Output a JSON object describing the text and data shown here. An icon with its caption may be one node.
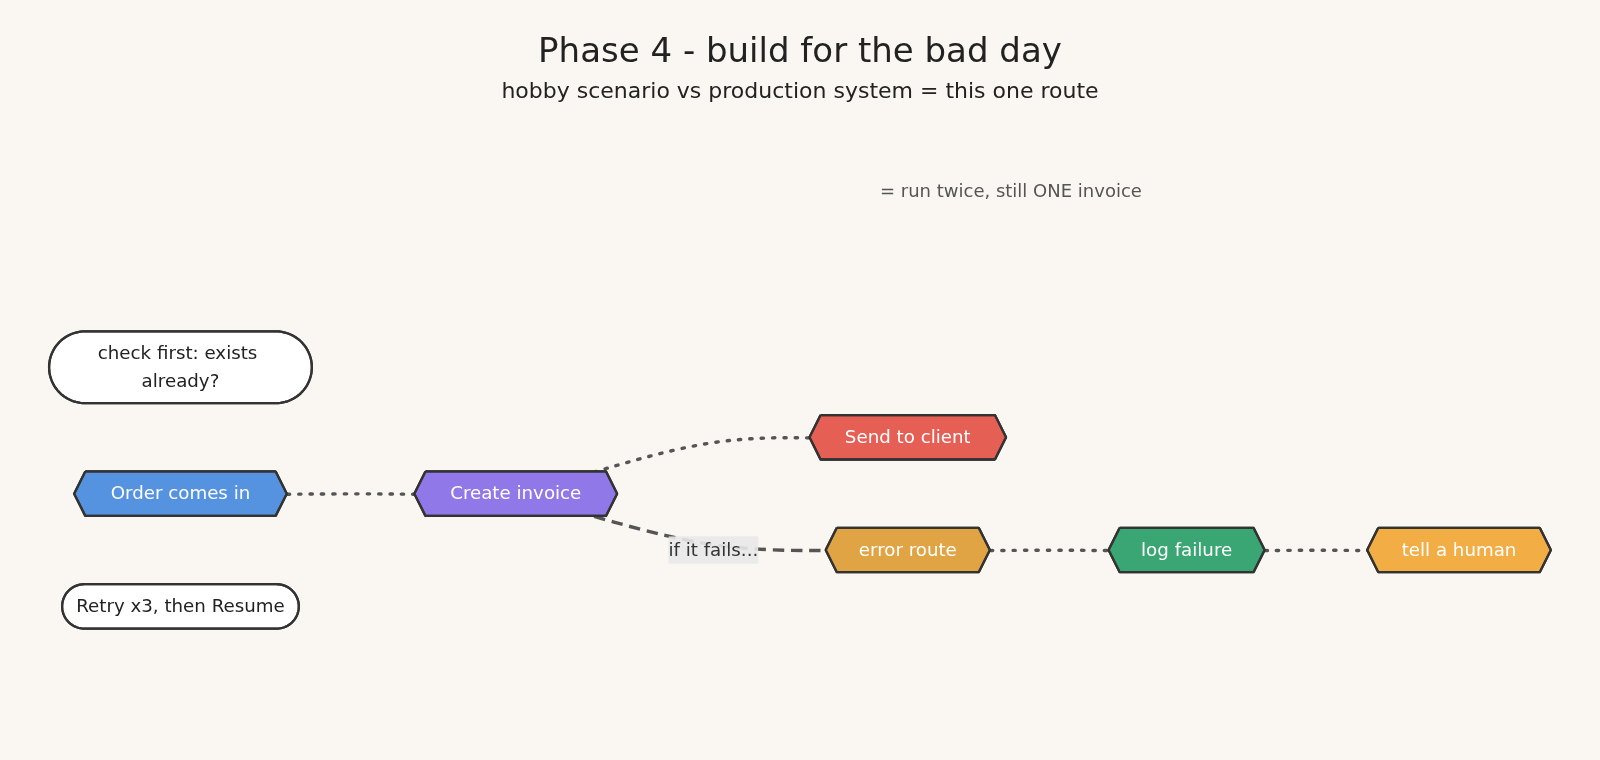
{
  "diagram": {
    "title": "Phase 4 - build for the bad day",
    "caption": "hobby scenario vs production system = this one route",
    "nodes": [
      {
        "text": [
          "check first: exists already?"
        ]
      },
      {
        "text": [
          "Order comes in"
        ]
      },
      {
        "text": [
          "Create invoice"
        ]
      },
      {
        "text": [
          "Send to client"
        ]
      },
      {
        "text": [
          "Retry x3, then Resume"
        ]
      },
      {
        "text": [
          "error route"
        ]
      },
      {
        "text": [
          "log failure"
        ]
      },
      {
        "text": [
          "tell a human"
        ]
      }
    ],
    "edges": [
      {
        "from": 1,
        "to": 2,
        "arrow": "none"
      },
      {
        "from": 2,
        "to": 3,
        "arrow": "none"
      },
      {
        "from": 2,
        "to": 5,
        "arrow": "none",
        "label": "if it fails...",
        "style": "dashed"
      },
      {
        "from": 5,
        "to": 6,
        "arrow": "none"
      },
      {
        "from": 6,
        "to": 7,
        "arrow": "none"
      }
    ],
    "labels": [
      "= run twice, still ONE invoice"
    ]
  }
}
